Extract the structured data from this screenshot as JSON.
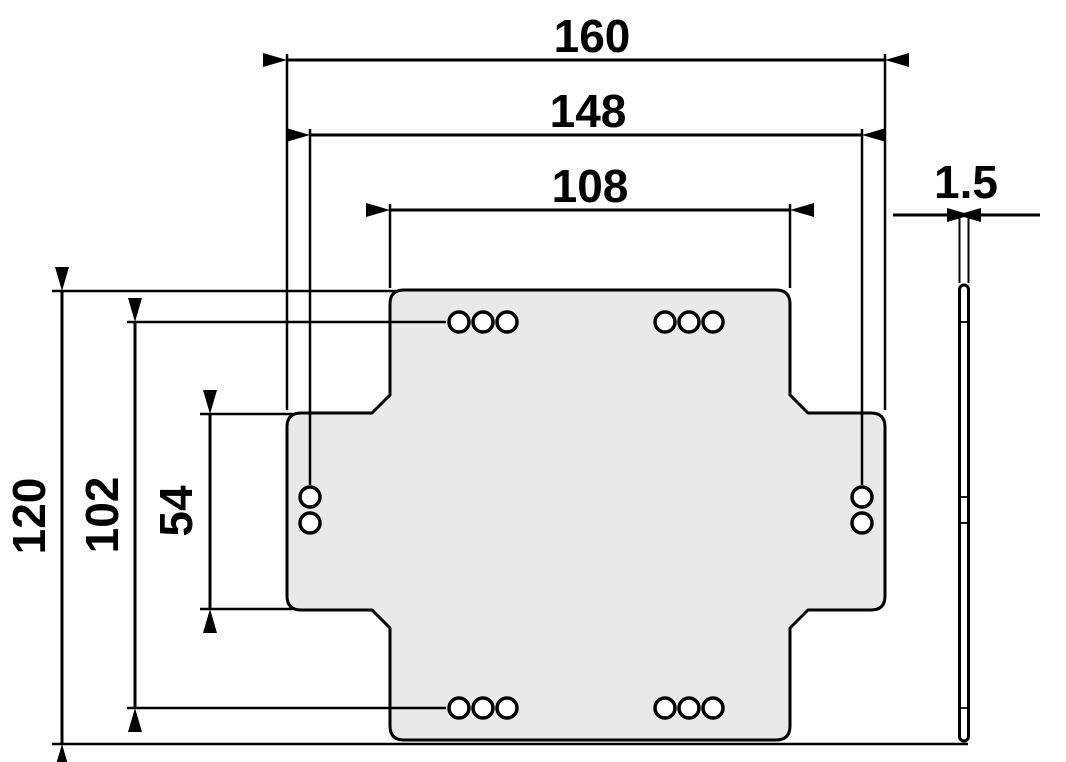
{
  "diagram": {
    "type": "technical-drawing",
    "dimensions": {
      "outer_width": "160",
      "hole_span_width": "148",
      "inner_width": "108",
      "outer_height": "120",
      "hole_span_height": "102",
      "tab_height": "54",
      "thickness": "1.5"
    },
    "colors": {
      "plate_fill": "#e9e9e9",
      "hole_fill": "#ffffff",
      "line": "#000000",
      "background": "#ffffff"
    }
  }
}
